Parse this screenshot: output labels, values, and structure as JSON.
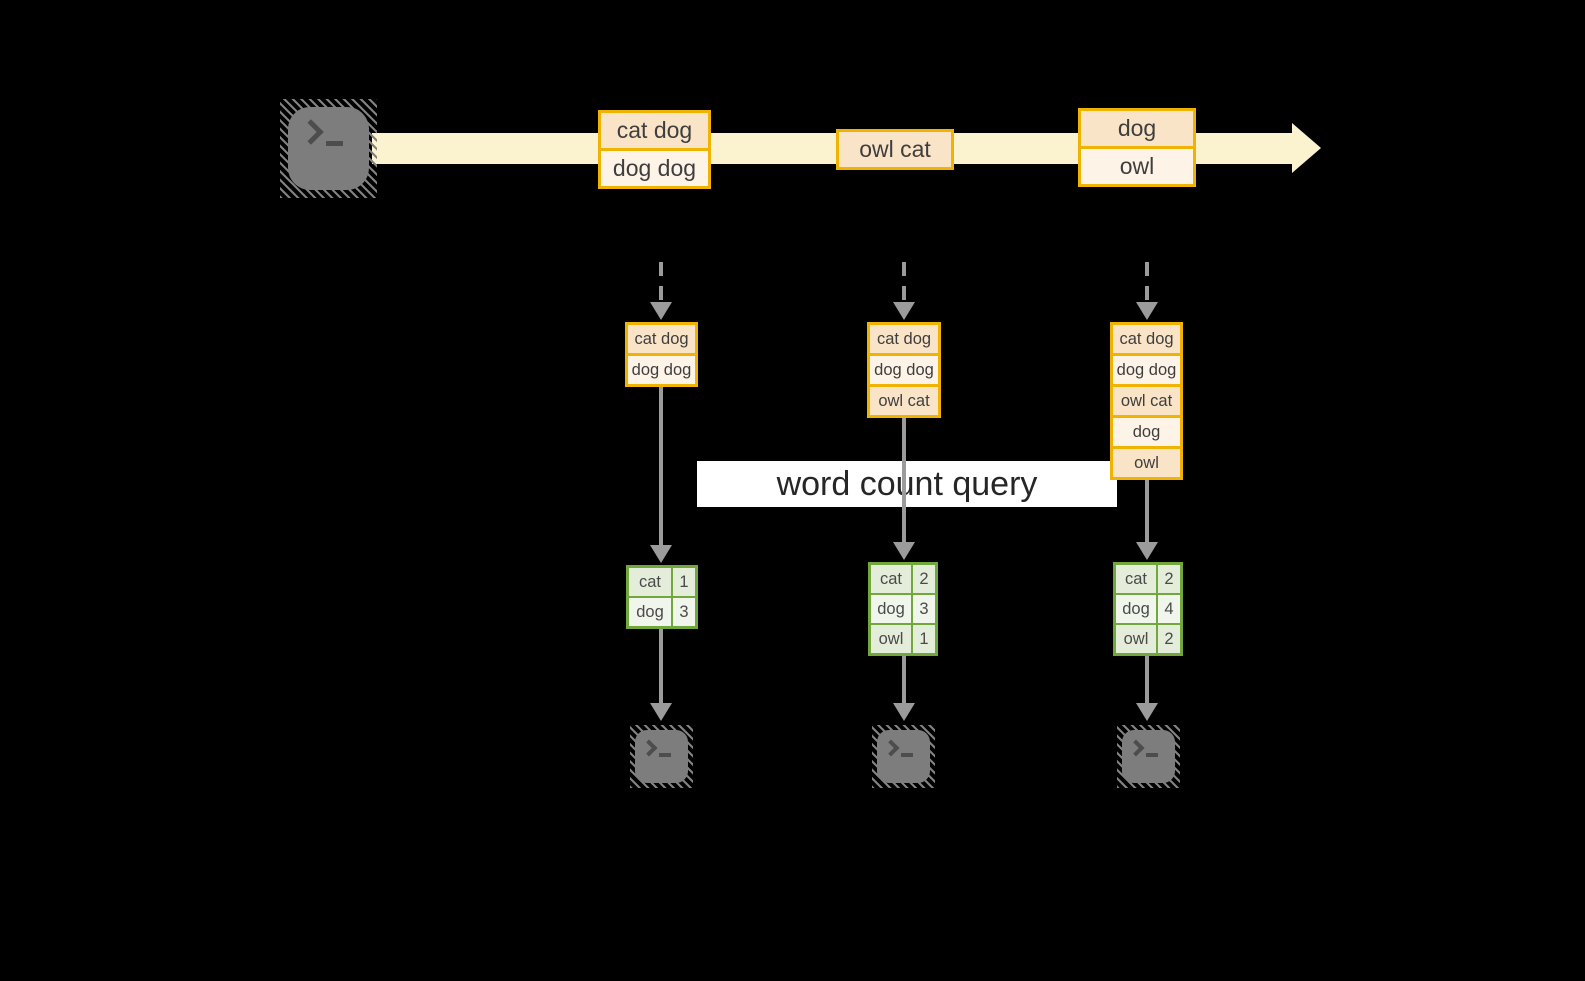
{
  "colors": {
    "background": "#000000",
    "gold_border": "#F1B301",
    "record_fill_dark": "#FAE4C8",
    "record_fill_light": "#FDF4E7",
    "stream_fill": "#FBF2CF",
    "green_border": "#72A73E",
    "green_row_dark": "#E4EDDA",
    "green_row_light": "#F1F6ED",
    "arrow_gray": "#9B9B9B",
    "terminal_gray": "#7D7D7D",
    "banner_background": "#FFFFFF"
  },
  "stream": {
    "source_icon": "terminal-icon",
    "records": [
      {
        "cells": [
          "cat dog",
          "dog dog"
        ]
      },
      {
        "cells": [
          "owl cat"
        ]
      },
      {
        "cells": [
          "dog",
          "owl"
        ]
      }
    ]
  },
  "query_banner": {
    "label": "word count query"
  },
  "columns": [
    {
      "buffered_records": [
        "cat dog",
        "dog dog"
      ],
      "word_counts": [
        {
          "word": "cat",
          "count": "1"
        },
        {
          "word": "dog",
          "count": "3"
        }
      ],
      "sink_icon": "terminal-icon"
    },
    {
      "buffered_records": [
        "cat dog",
        "dog dog",
        "owl cat"
      ],
      "word_counts": [
        {
          "word": "cat",
          "count": "2"
        },
        {
          "word": "dog",
          "count": "3"
        },
        {
          "word": "owl",
          "count": "1"
        }
      ],
      "sink_icon": "terminal-icon"
    },
    {
      "buffered_records": [
        "cat dog",
        "dog dog",
        "owl cat",
        "dog",
        "owl"
      ],
      "word_counts": [
        {
          "word": "cat",
          "count": "2"
        },
        {
          "word": "dog",
          "count": "4"
        },
        {
          "word": "owl",
          "count": "2"
        }
      ],
      "sink_icon": "terminal-icon"
    }
  ]
}
